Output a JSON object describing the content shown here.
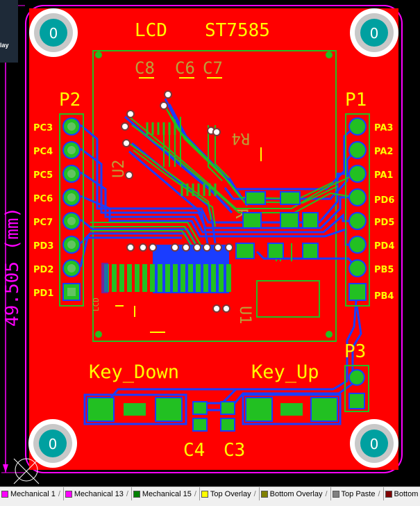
{
  "board": {
    "title_left": "LCD",
    "title_right": "ST7585",
    "dimension": "49.505 (mm)",
    "hole_label": "0"
  },
  "connectors": {
    "p1": {
      "name": "P1",
      "pins": [
        "PA3",
        "PA2",
        "PA1",
        "PD6",
        "PD5",
        "PD4",
        "PB5",
        "PB4"
      ]
    },
    "p2": {
      "name": "P2",
      "pins": [
        "PC3",
        "PC4",
        "PC5",
        "PC6",
        "PC7",
        "PD3",
        "PD2",
        "PD1"
      ]
    },
    "p3": {
      "name": "P3"
    }
  },
  "designators": {
    "key_down": "Key_Down",
    "key_up": "Key_Up",
    "c4": "C4",
    "c3": "C3",
    "c8": "C8",
    "c6": "C6",
    "c7": "C7",
    "r4": "R4",
    "u2": "U2",
    "u1": "U1",
    "r": "R"
  },
  "overlay_labels": {
    "lcd_label": "LCD"
  },
  "left_panel": {
    "label": "lay"
  },
  "layer_tabs": [
    {
      "label": "Mechanical 1",
      "color": "#ff00ff"
    },
    {
      "label": "Mechanical 13",
      "color": "#ff00ff"
    },
    {
      "label": "Mechanical 15",
      "color": "#008000"
    },
    {
      "label": "Top Overlay",
      "color": "#ffff00"
    },
    {
      "label": "Bottom Overlay",
      "color": "#808000"
    },
    {
      "label": "Top Paste",
      "color": "#808080"
    },
    {
      "label": "Bottom Paste",
      "color": "#800000"
    }
  ]
}
